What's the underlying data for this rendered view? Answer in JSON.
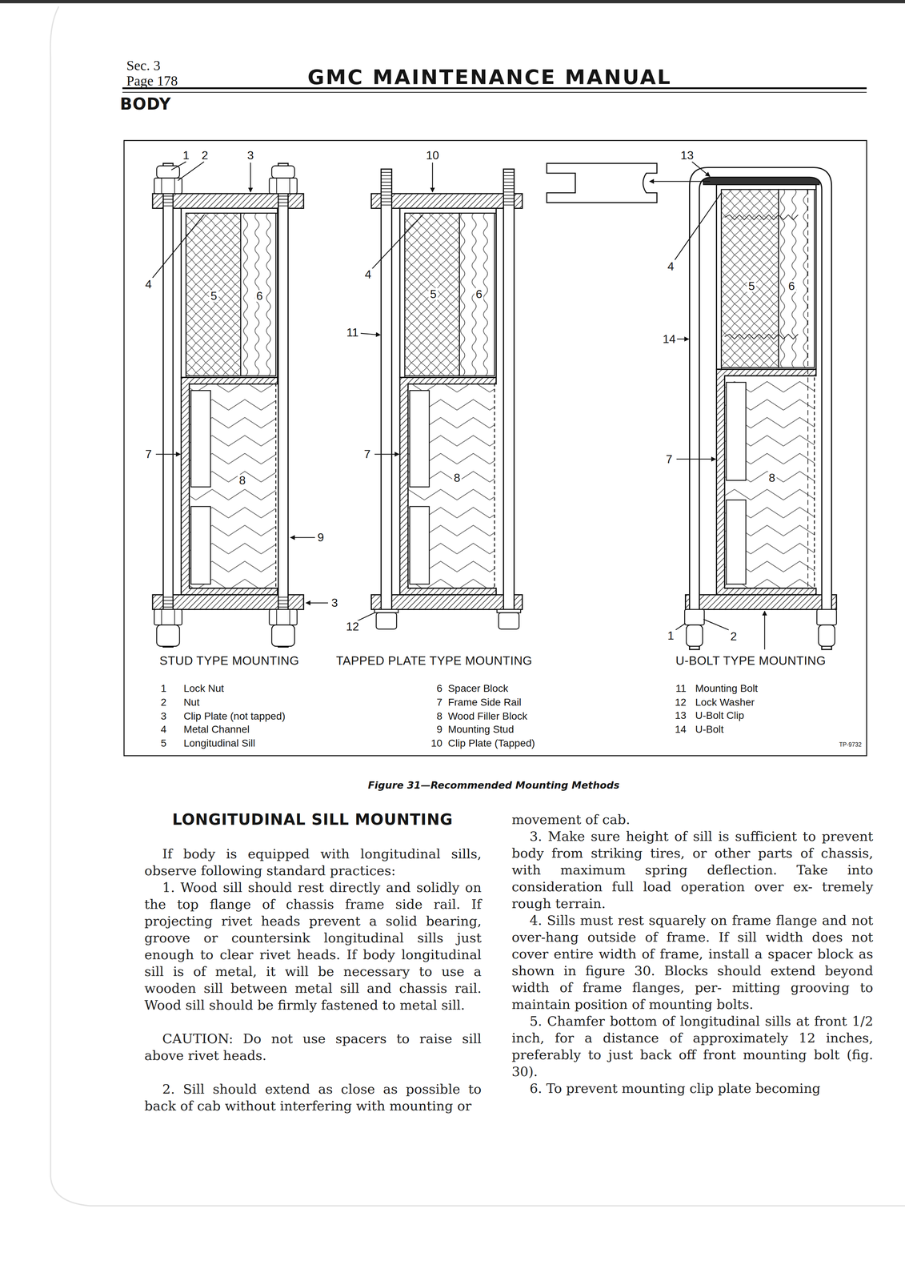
{
  "diagram": {
    "title": "GMC MAINTENANCE MANUAL",
    "caption": "Figure 31—Recommended Mounting Methods",
    "labels": [
      "Sec. 3",
      "Page 178",
      "BODY",
      "1",
      "2",
      "3",
      "4",
      "5",
      "6",
      "7",
      "8",
      "9",
      "3",
      "10",
      "4",
      "5",
      "6",
      "11",
      "7",
      "8",
      "12",
      "13",
      "4",
      "5",
      "6",
      "14",
      "7",
      "8",
      "1",
      "2",
      "STUD TYPE MOUNTING",
      "TAPPED PLATE TYPE MOUNTING",
      "U-BOLT TYPE MOUNTING",
      "1",
      "Lock Nut",
      "2",
      "Nut",
      "3",
      "Clip Plate (not tapped)",
      "4",
      "Metal Channel",
      "5",
      "Longitudinal Sill",
      "6",
      "Spacer Block",
      "7",
      "Frame Side Rail",
      "8",
      "Wood Filler Block",
      "9",
      "Mounting Stud",
      "10",
      "Clip Plate (Tapped)",
      "11",
      "Mounting Bolt",
      "12",
      "Lock Washer",
      "13",
      "U-Bolt Clip",
      "14",
      "U-Bolt",
      "TP-9732",
      "LONGITUDINAL SILL MOUNTING",
      "If body is equipped with longitudinal sills, observe following standard practices:",
      "1. Wood sill should rest directly and solidly on the top flange of chassis frame side rail. If projecting rivet heads prevent a solid bearing, groove or countersink longitudinal sills just enough to clear rivet heads. If body longitudinal sill is of metal, it will be necessary to use a wooden sill between metal sill and chassis rail. Wood sill should be firmly fastened to metal sill.",
      "CAUTION: Do not use spacers to raise sill above rivet heads.",
      "2. Sill should extend as close as possible to back of cab without interfering with mounting or",
      "movement of cab.",
      "3. Make sure height of sill is sufficient to prevent body from striking tires, or other parts of chassis, with maximum spring deflection. Take into consideration full load operation over ex- tremely rough terrain.",
      "4. Sills must rest squarely on frame flange and not over-hang outside of frame. If sill width does not cover entire width of frame, install a spacer block as shown in figure 30. Blocks should extend beyond width of frame flanges, per- mitting grooving to maintain position of mounting bolts.",
      "5. Chamfer bottom of longitudinal sills at front 1/2 inch, for a distance of approximately 12 inches, preferably to just back off front mounting bolt (fig. 30).",
      "6. To prevent mounting clip plate becoming"
    ]
  }
}
